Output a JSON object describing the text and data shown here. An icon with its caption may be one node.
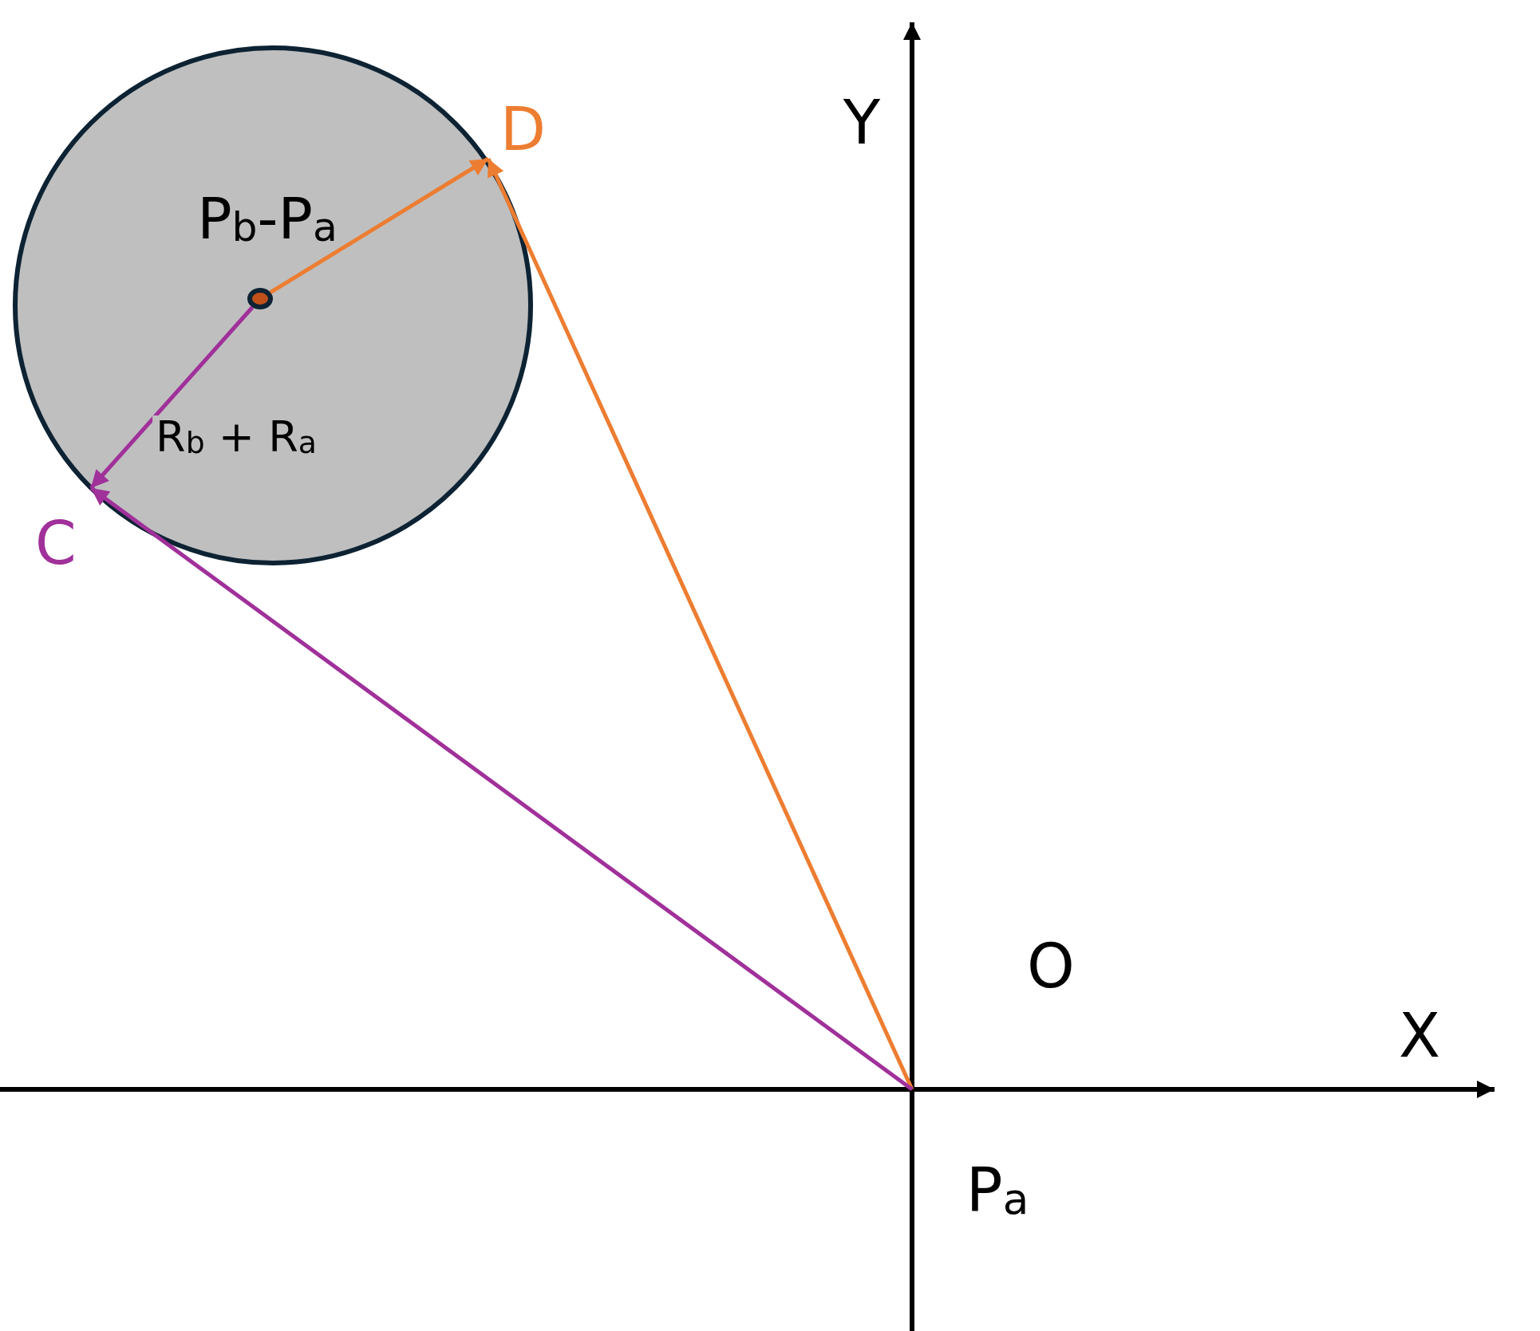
{
  "diagram": {
    "nodes": [
      {
        "text": [],
        "shape": "circle"
      },
      {
        "text": [],
        "shape": "circle",
        "in": 0
      },
      {
        "text": [
          "D"
        ]
      },
      {
        "text": [
          "C"
        ]
      }
    ],
    "edges": [
      {
        "from": 1,
        "to": 2,
        "arrow": "to",
        "label": "P$_{b}$-P$_{a}$",
        "color": "#ed7d31"
      },
      {
        "from": 1,
        "to": 3,
        "arrow": "to",
        "label": "R$_{b}$ + R$_{a}$",
        "color": "#a0309a"
      },
      {
        "from": null,
        "to": 2,
        "arrow": "to",
        "color": "#ed7d31"
      },
      {
        "from": null,
        "to": 3,
        "arrow": "to",
        "color": "#a0309a"
      }
    ],
    "labels": [
      "Y",
      "O",
      "X",
      "P$_{a}$"
    ]
  }
}
